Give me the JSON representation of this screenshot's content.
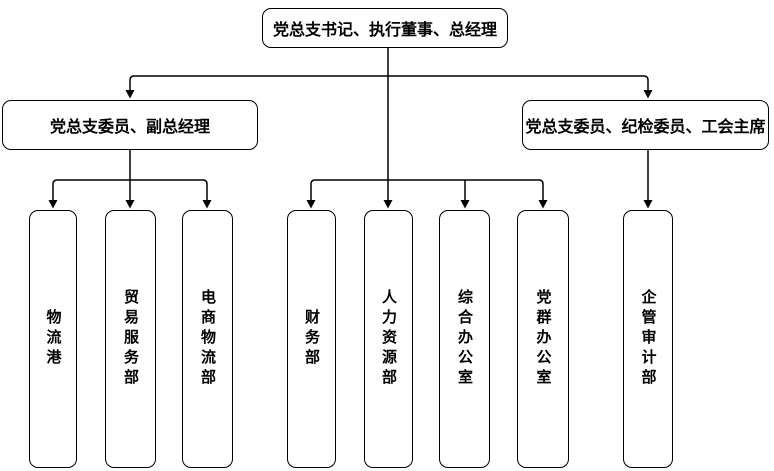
{
  "diagram": {
    "type": "org-chart",
    "colors": {
      "background": "#ffffff",
      "line": "#000000",
      "box_border": "#000000",
      "text": "#000000"
    },
    "root": {
      "label": "党总支书记、执行董事、总经理"
    },
    "level2": [
      {
        "label": "党总支委员、副总经理"
      },
      {
        "label": "党总支委员、纪检委员、工会主席"
      }
    ],
    "departments": [
      {
        "label": "物流港"
      },
      {
        "label": "贸易服务部"
      },
      {
        "label": "电商物流部"
      },
      {
        "label": "财务部"
      },
      {
        "label": "人力资源部"
      },
      {
        "label": "综合办公室"
      },
      {
        "label": "党群办公室"
      },
      {
        "label": "企管审计部"
      }
    ]
  }
}
